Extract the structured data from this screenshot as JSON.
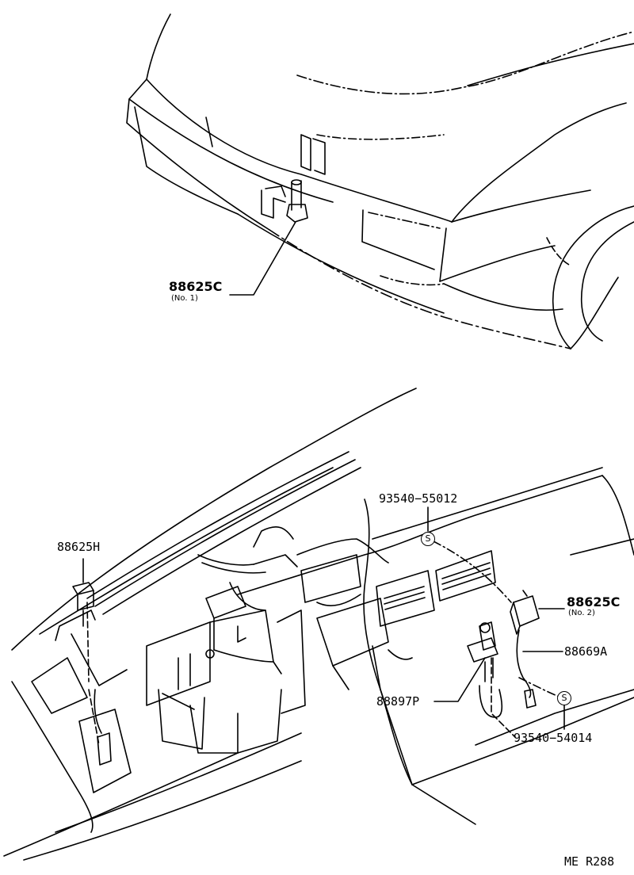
{
  "labels": {
    "part_88625c_no1": "88625C",
    "part_88625c_no1_sub": "(No. 1)",
    "part_93540_55012": "93540−55012",
    "part_88625h": "88625H",
    "part_88625c_no2": "88625C",
    "part_88625c_no2_sub": "(No. 2)",
    "part_88669a": "88669A",
    "part_88897p": "88897P",
    "part_93540_54014": "93540−54014",
    "symbol_s": "S",
    "footer_code": "ME  R288"
  }
}
